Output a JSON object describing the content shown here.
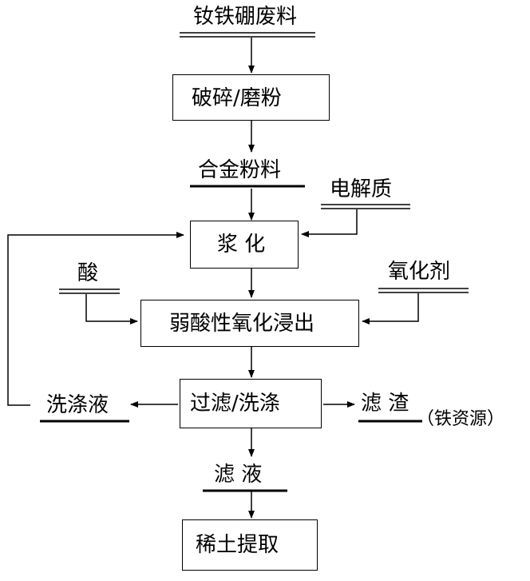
{
  "materials": {
    "ndfeb_waste": "钕铁硼废料",
    "alloy_powder": "合金粉料",
    "electrolyte": "电解质",
    "acid": "酸",
    "oxidant": "氧化剂",
    "wash_liquid": "洗涤液",
    "filter_residue": "滤 渣",
    "iron_resource": "（铁资源）",
    "filtrate": "滤 液"
  },
  "steps": {
    "crush": "破碎/磨粉",
    "slurry": "浆 化",
    "leach": "弱酸性氧化浸出",
    "filter": "过滤/洗涤",
    "extract": "稀土提取"
  }
}
